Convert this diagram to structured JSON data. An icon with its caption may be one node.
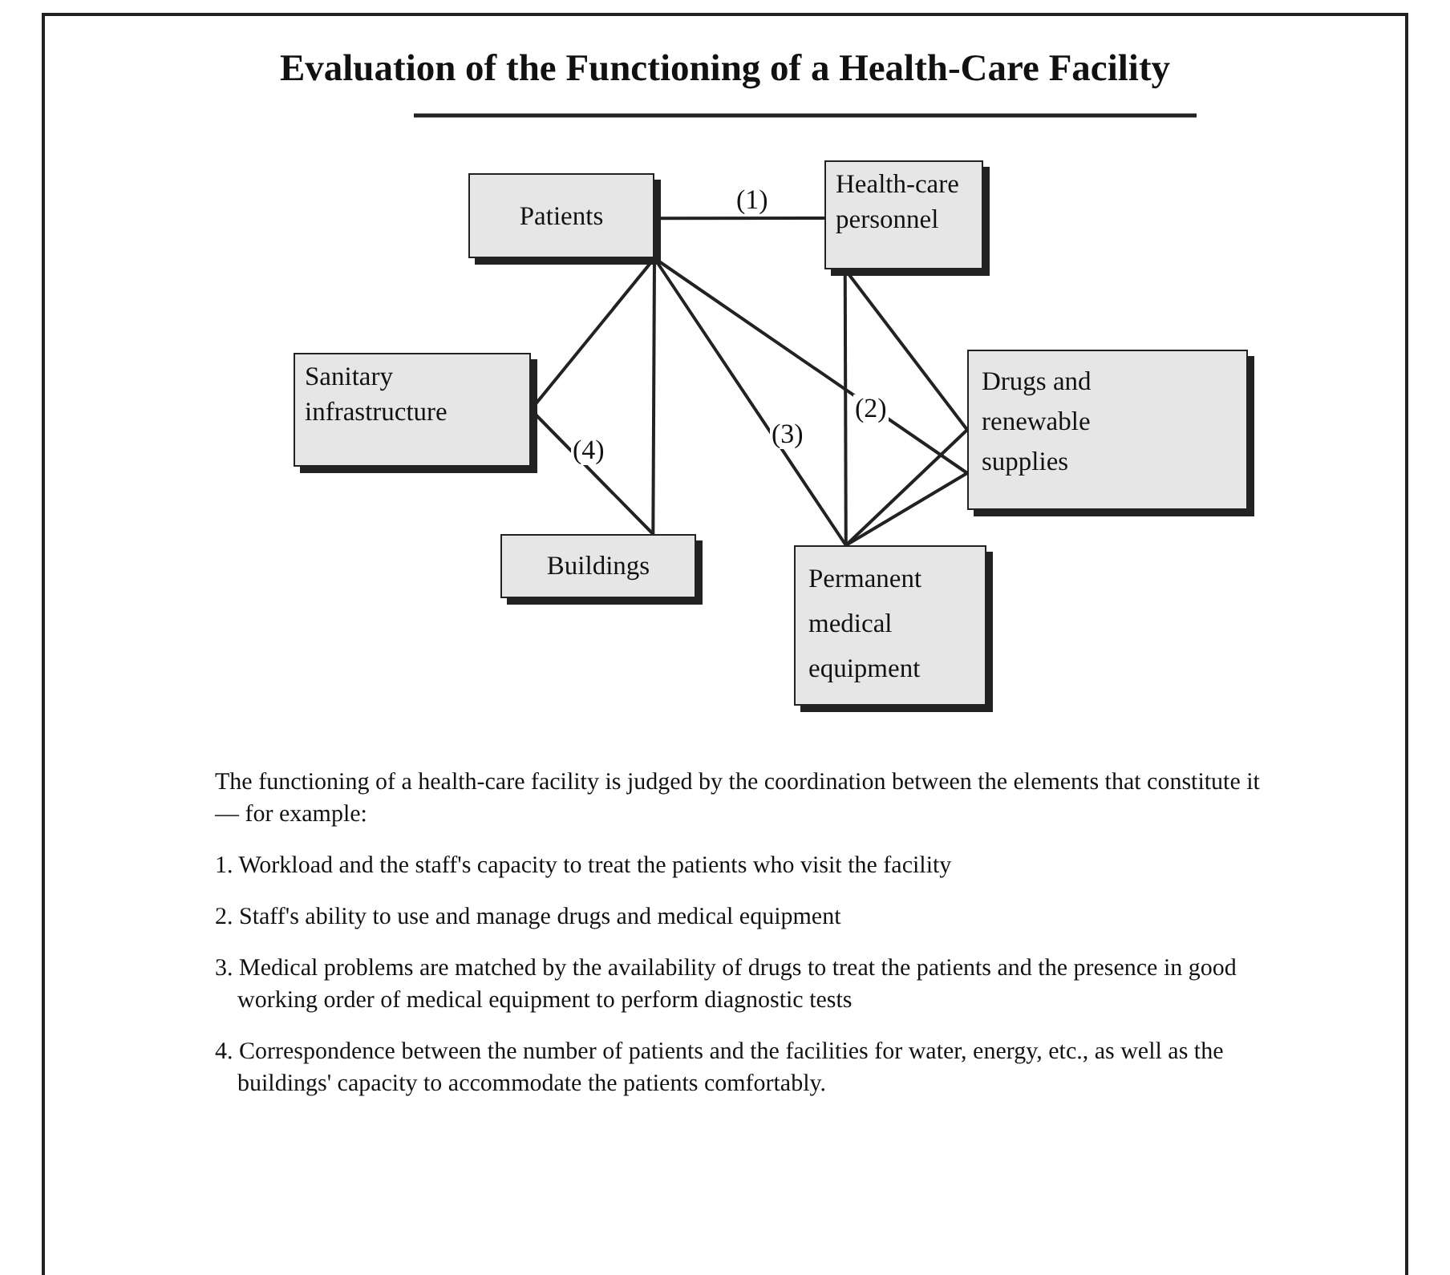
{
  "diagram": {
    "title": "Evaluation of the Functioning of a Health-Care Facility",
    "nodes": [
      {
        "text": [
          "Patients"
        ]
      },
      {
        "text": [
          "Health-care personnel"
        ]
      },
      {
        "text": [
          "Sanitary infrastructure"
        ]
      },
      {
        "text": [
          "Drugs and renewable supplies"
        ]
      },
      {
        "text": [
          "Buildings"
        ]
      },
      {
        "text": [
          "Permanent medical equipment"
        ]
      }
    ],
    "edges": [
      {
        "from": 0,
        "to": 1,
        "arrow": "none",
        "label": "(1)"
      },
      {
        "from": 0,
        "to": 2,
        "arrow": "none"
      },
      {
        "from": 0,
        "to": 4,
        "arrow": "none"
      },
      {
        "from": 2,
        "to": 4,
        "arrow": "none"
      },
      {
        "from": 0,
        "to": 5,
        "arrow": "none"
      },
      {
        "from": 0,
        "to": 3,
        "arrow": "none"
      },
      {
        "from": 1,
        "to": 5,
        "arrow": "none"
      },
      {
        "from": 1,
        "to": 3,
        "arrow": "none"
      },
      {
        "from": 5,
        "to": 3,
        "arrow": "none"
      },
      {
        "from": 5,
        "to": 3,
        "arrow": "none"
      }
    ],
    "labels": [
      "(2)",
      "(4)",
      "(3)",
      "The functioning of a health-care facility is judged by the coordination between the elements that constitute it — for example:",
      "1. Workload and the staff's capacity to treat the patients who visit the facility",
      "2. Staff's ability to use and manage drugs and medical equipment",
      "3. Medical problems are matched by the availability of drugs to treat the patients and the presence in good working order of medical equipment to perform diagnostic tests",
      "4. Correspondence between the number of patients and the facilities for water, energy, etc., as well as the buildings' capacity to accommodate the patients comfortably."
    ]
  }
}
